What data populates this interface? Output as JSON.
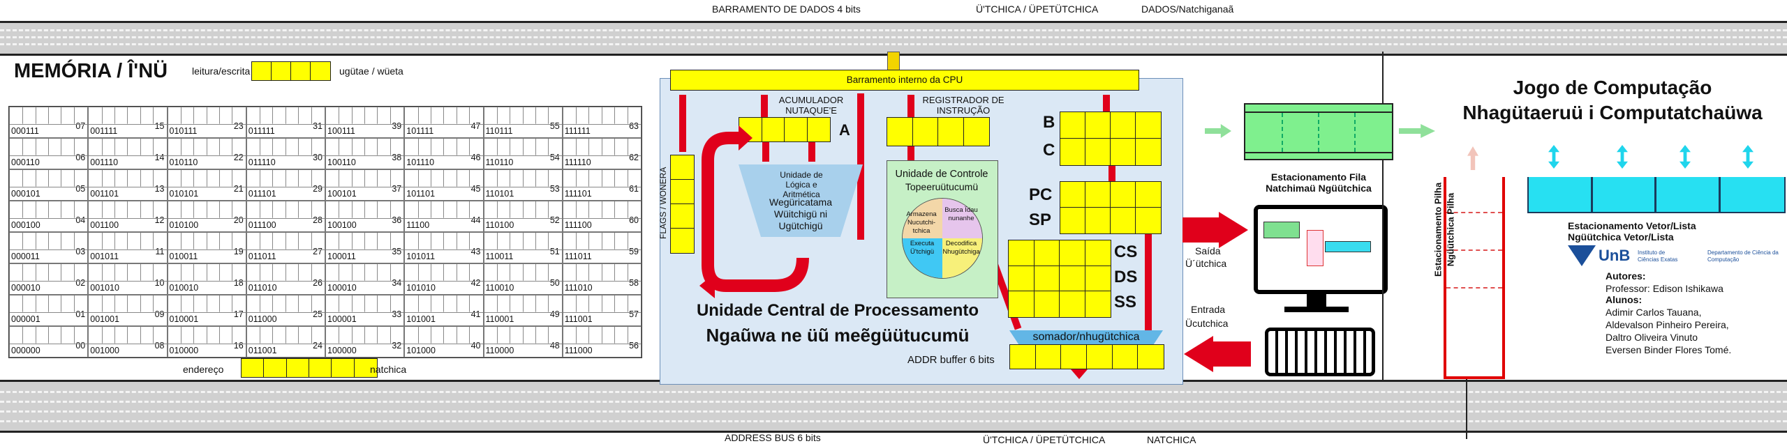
{
  "buses": {
    "data_bus_label": "BARRAMENTO DE DADOS 4 bits",
    "data_bus_label2": "Ü'TCHICA / ÜPETÜTCHICA",
    "data_bus_label3": "DADOS/Natchiganaã",
    "address_bus_label": "ADDRESS BUS 6 bits",
    "address_bus_label2": "Ü'TCHICA / ÜPETÜTCHICA",
    "address_bus_label3": "NATCHICA"
  },
  "memory": {
    "title": "MEMÓRIA / Î'NÜ",
    "rw_label": "leitura/escrita",
    "word_label": "ugütae / wüeta",
    "address_label": "endereço",
    "address_label2": "natchica",
    "rows": [
      [
        [
          "000111",
          "07"
        ],
        [
          "001111",
          "15"
        ],
        [
          "010111",
          "23"
        ],
        [
          "011111",
          "31"
        ],
        [
          "100111",
          "39"
        ],
        [
          "101111",
          "47"
        ],
        [
          "110111",
          "55"
        ],
        [
          "111111",
          "63"
        ]
      ],
      [
        [
          "000110",
          "06"
        ],
        [
          "001110",
          "14"
        ],
        [
          "010110",
          "22"
        ],
        [
          "011110",
          "30"
        ],
        [
          "100110",
          "38"
        ],
        [
          "101110",
          "46"
        ],
        [
          "110110",
          "54"
        ],
        [
          "111110",
          "62"
        ]
      ],
      [
        [
          "000101",
          "05"
        ],
        [
          "001101",
          "13"
        ],
        [
          "010101",
          "21"
        ],
        [
          "011101",
          "29"
        ],
        [
          "100101",
          "37"
        ],
        [
          "101101",
          "45"
        ],
        [
          "110101",
          "53"
        ],
        [
          "111101",
          "61"
        ]
      ],
      [
        [
          "000100",
          "04"
        ],
        [
          "001100",
          "12"
        ],
        [
          "010100",
          "20"
        ],
        [
          "011100",
          "28"
        ],
        [
          "100100",
          "36"
        ],
        [
          "11100",
          "44"
        ],
        [
          "110100",
          "52"
        ],
        [
          "111100",
          "60"
        ]
      ],
      [
        [
          "000011",
          "03"
        ],
        [
          "001011",
          "11"
        ],
        [
          "010011",
          "19"
        ],
        [
          "011011",
          "27"
        ],
        [
          "100011",
          "35"
        ],
        [
          "101011",
          "43"
        ],
        [
          "110011",
          "51"
        ],
        [
          "111011",
          "59"
        ]
      ],
      [
        [
          "000010",
          "02"
        ],
        [
          "001010",
          "10"
        ],
        [
          "010010",
          "18"
        ],
        [
          "011010",
          "26"
        ],
        [
          "100010",
          "34"
        ],
        [
          "101010",
          "42"
        ],
        [
          "110010",
          "50"
        ],
        [
          "111010",
          "58"
        ]
      ],
      [
        [
          "000001",
          "01"
        ],
        [
          "001001",
          "09"
        ],
        [
          "010001",
          "17"
        ],
        [
          "011000",
          "25"
        ],
        [
          "100001",
          "33"
        ],
        [
          "101001",
          "41"
        ],
        [
          "110001",
          "49"
        ],
        [
          "111001",
          "57"
        ]
      ],
      [
        [
          "000000",
          "00"
        ],
        [
          "001000",
          "08"
        ],
        [
          "010000",
          "16"
        ],
        [
          "011001",
          "24"
        ],
        [
          "100000",
          "32"
        ],
        [
          "101000",
          "40"
        ],
        [
          "110000",
          "48"
        ],
        [
          "111000",
          "56"
        ]
      ]
    ]
  },
  "cpu": {
    "internal_bus": "Barramento interno da CPU",
    "flags": "FLAGS / WONERA",
    "acc": "ACUMULADOR NUTAQUE'E",
    "acc_letter": "A",
    "ir": "REGISTRADOR DE INSTRUÇÃO",
    "alu_title": "Unidade de Lógica e Aritmética",
    "alu_local": "Wegüricatama Wüitchigü ni Ugütchigü",
    "cu_title": "Unidade de Controle",
    "cu_local": "Topeeruütucumü",
    "cu_q1": "Armazena Nucutchi-tchica",
    "cu_q2": "Busca Ïdau nunanhe",
    "cu_q3": "Executa Ü'tchigü",
    "cu_q4": "Decodifica Nhugütchiga",
    "reg_b": "B",
    "reg_c": "C",
    "reg_pc": "PC",
    "reg_sp": "SP",
    "reg_cs": "CS",
    "reg_ds": "DS",
    "reg_ss": "SS",
    "adder": "somador/nhugütchica",
    "addr_buffer": "ADDR buffer 6 bits",
    "title1": "Unidade Central de Processamento",
    "title2": "Ngaũwa ne üũ meẽgüütucumü"
  },
  "io": {
    "out": "Saída",
    "out_local": "Ü´ütchica",
    "in": "Entrada",
    "in_local": "Ücutchica"
  },
  "right": {
    "title1": "Jogo de Computação",
    "title2": "Nhagütaeruü i Computatchaüwa",
    "queue1": "Estacionamento Fila",
    "queue2": "Natchimaü Ngüütchica",
    "stack1": "Estacionamento Pilha",
    "stack2": "Ngüütchica Pilha",
    "vector1": "Estacionamento Vetor/Lista",
    "vector2": "Ngüütchica Vetor/Lista",
    "unb": "UnB",
    "inst1": "Instituto de Ciências Exatas",
    "dept1": "Departamento de Ciência da Computação",
    "authors": "Autores:",
    "prof": "Professor: Edison Ishikawa",
    "students": "Alunos:",
    "s1": "Adimir Carlos Tauana,",
    "s2": "Aldevalson Pinheiro Pereira,",
    "s3": "Daltro Oliveira Vinuto",
    "s4": "Eversen Binder Flores Tomé."
  }
}
